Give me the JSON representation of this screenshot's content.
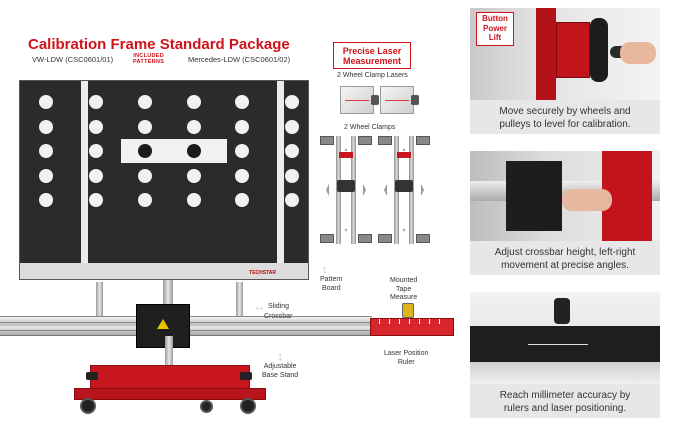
{
  "header": {
    "title": "Calibration Frame Standard Package",
    "model_left": "VW-LDW (CSC0601/01)",
    "included_line1": "INCLUDED",
    "included_line2": "PATTERNS",
    "model_right": "Mercedes-LDW (CSC0601/02)"
  },
  "board": {
    "brand": "TECHSTAR"
  },
  "laser_section": {
    "badge_line1": "Precise Laser",
    "badge_line2": "Measurement",
    "lasers_label": "2 Wheel Clamp Lasers",
    "clamps_label": "2 Wheel Clamps"
  },
  "labels": {
    "pattern_board_1": "Pattern",
    "pattern_board_2": "Board",
    "sliding_1": "Sliding",
    "sliding_2": "Crossbar",
    "tape_1": "Mounted",
    "tape_2": "Tape",
    "tape_3": "Measure",
    "ruler_1": "Laser Position",
    "ruler_2": "Ruler",
    "base_1": "Adjustable",
    "base_2": "Base Stand"
  },
  "features": [
    {
      "badge_line1": "Button",
      "badge_line2": "Power",
      "badge_line3": "Lift",
      "caption_line1": "Move securely by wheels and",
      "caption_line2": "pulleys to level for calibration."
    },
    {
      "caption_line1": "Adjust crossbar height, left-right",
      "caption_line2": "movement at precise angles."
    },
    {
      "caption_line1": "Reach millimeter accuracy by",
      "caption_line2": "rulers and laser positioning."
    }
  ],
  "colors": {
    "accent_red": "#d0121b",
    "board_black": "#2b2b2b",
    "caption_grey": "#e7e7e8"
  },
  "icons": [
    "up-down-arrow-icon",
    "left-right-arrow-icon"
  ]
}
